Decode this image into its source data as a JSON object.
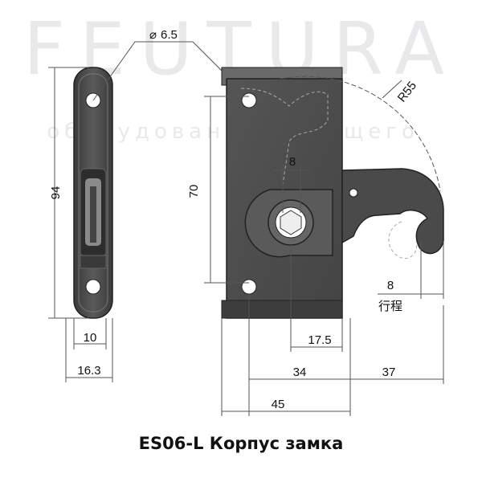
{
  "watermark": {
    "brand": "FEUTURA",
    "slogan": "оборудования будущего"
  },
  "dimensions": {
    "hole_diameter": "6.5",
    "radius": "R55",
    "side_height": "94",
    "side_width_inner": "10",
    "side_width_outer": "16.3",
    "hole_spacing": "70",
    "key_width": "8",
    "stroke_value": "8",
    "stroke_label": "行程",
    "offset_17_5": "17.5",
    "width_34": "34",
    "width_37": "37",
    "width_45": "45"
  },
  "caption": "ES06-L Корпус замка",
  "colors": {
    "metal": "#4d4d4d",
    "metal_dark": "#333333",
    "line": "#555555",
    "text": "#111111"
  }
}
